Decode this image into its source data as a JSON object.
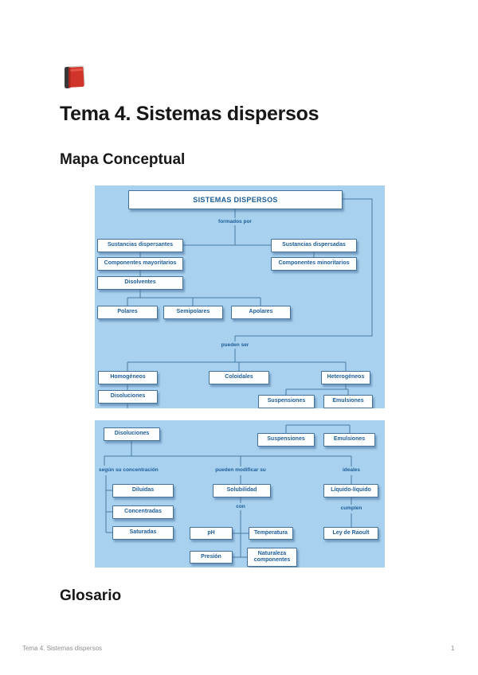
{
  "header": {
    "book_icon": "red-book-icon",
    "title": "Tema 4. Sistemas dispersos",
    "section_mapa": "Mapa Conceptual",
    "section_glosario": "Glosario"
  },
  "footer": {
    "doc_title": "Tema 4. Sistemas dispersos",
    "page_number": "1"
  },
  "colors": {
    "map_background": "#a7d1ef",
    "box_border": "#41719c",
    "box_text": "#1d5d96",
    "connector_line": "#4a7aa2",
    "book_red": "#d0342a"
  },
  "map1": {
    "root": "SISTEMAS DISPERSOS",
    "label_formados_por": "formados por",
    "sustancias_dispersantes": "Sustancias dispersantes",
    "componentes_mayoritarios": "Componentes mayoritarios",
    "disolventes": "Disolventes",
    "polares": "Polares",
    "semipolares": "Semipolares",
    "apolares": "Apolares",
    "sustancias_dispersadas": "Sustancias dispersadas",
    "componentes_minoritarios": "Componentes minoritarios",
    "label_pueden_ser": "pueden ser",
    "homogeneos": "Homogéneos",
    "disoluciones": "Disoluciones",
    "coloidales": "Coloidales",
    "heterogeneos": "Heterogéneos",
    "suspensiones": "Suspensiones",
    "emulsiones": "Emulsiones"
  },
  "map2": {
    "disoluciones": "Disoluciones",
    "suspensiones": "Suspensiones",
    "emulsiones": "Emulsiones",
    "label_segun_concentracion": "según su concentración",
    "diluidas": "Diluidas",
    "concentradas": "Concentradas",
    "saturadas": "Saturadas",
    "label_pueden_modificar": "pueden modificar su",
    "solubilidad": "Solubilidad",
    "label_con": "con",
    "ph": "pH",
    "temperatura": "Temperatura",
    "presion": "Presión",
    "naturaleza_componentes": "Naturaleza componentes",
    "label_ideales": "ideales",
    "liquido_liquido": "Líquido-líquido",
    "label_cumplen": "cumplen",
    "ley_de_raoult": "Ley de Raoult"
  }
}
